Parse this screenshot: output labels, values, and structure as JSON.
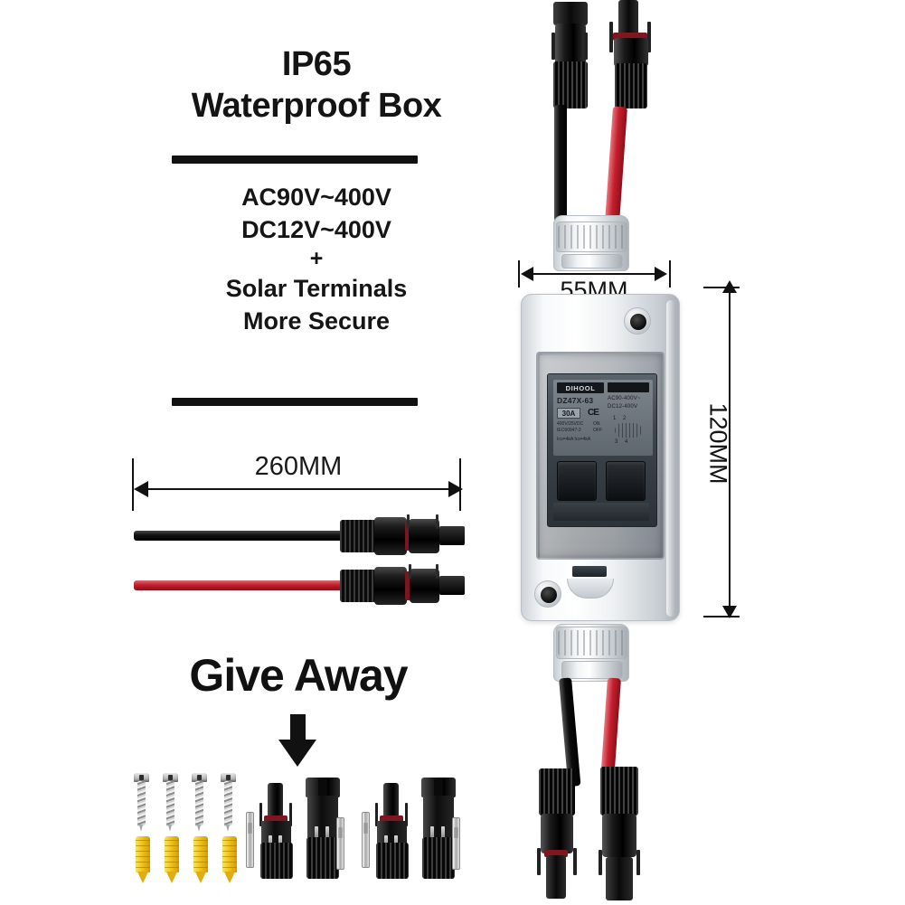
{
  "headline": {
    "line1": "IP65",
    "line2": "Waterproof Box"
  },
  "specs": {
    "ac": "AC90V~400V",
    "dc": "DC12V~400V",
    "plus": "+",
    "feature1": "Solar Terminals",
    "feature2": "More Secure"
  },
  "dimensions": {
    "cable_length": "260MM",
    "box_width": "55MM",
    "box_height": "120MM"
  },
  "giveaway": {
    "title": "Give Away",
    "arrow": "down-arrow-icon"
  },
  "breaker_label": {
    "brand": "DIHOOL",
    "model": "DZ47X-63",
    "current": "30A",
    "certification": "CE",
    "ac_rating": "AC90-400V~",
    "dc_rating": "DC12-400V",
    "fine_line1": "400V/25VDC",
    "fine_line2": "IEC60947-2",
    "fine_line3": "Icu=4kA  Ics=4kA",
    "on_label": "ON",
    "off_label": "OFF",
    "terminals_top": "1 2",
    "terminals_bottom": "3 4"
  },
  "colors": {
    "text": "#141414",
    "rule": "#111111",
    "cable_red": "#c41f2d",
    "cable_black": "#0b0b0b",
    "anchor_yellow": "#f2c21c",
    "enclosure": "#ffffff"
  },
  "accessories": {
    "screw_count": 4,
    "anchor_count": 4,
    "connector_pair_count": 2
  }
}
